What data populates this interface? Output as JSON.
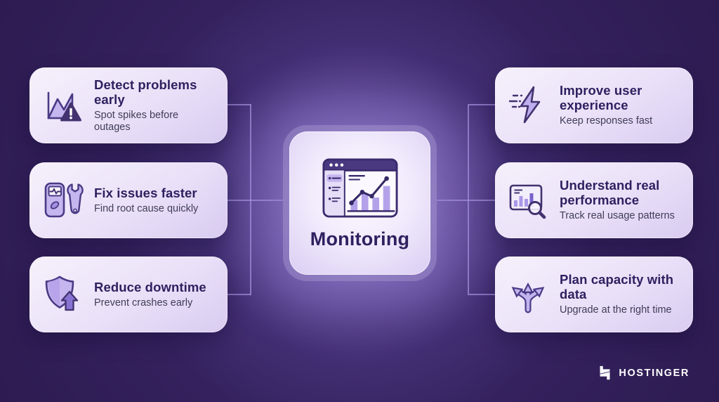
{
  "center_node": {
    "label": "Monitoring",
    "icon": "monitoring-dashboard-icon"
  },
  "cards": {
    "left": [
      {
        "icon": "chart-spike-alert-icon",
        "title": "Detect problems early",
        "subtitle": "Spot spikes before outages"
      },
      {
        "icon": "diagnostic-device-wrench-icon",
        "title": "Fix issues faster",
        "subtitle": "Find root cause quickly"
      },
      {
        "icon": "shield-up-arrow-icon",
        "title": "Reduce downtime",
        "subtitle": "Prevent crashes early"
      }
    ],
    "right": [
      {
        "icon": "speed-lightning-icon",
        "title": "Improve user experience",
        "subtitle": "Keep responses fast"
      },
      {
        "icon": "bar-chart-magnifier-icon",
        "title": "Understand real performance",
        "subtitle": "Track real usage patterns"
      },
      {
        "icon": "branching-arrows-icon",
        "title": "Plan capacity with data",
        "subtitle": "Upgrade at the right time"
      }
    ]
  },
  "brand": {
    "name": "HOSTINGER"
  },
  "colors": {
    "background": "#2c1a50",
    "glow": "#9b87d6",
    "card_background": "#ece4f9",
    "heading": "#2f2060",
    "subtitle": "#403c58",
    "icon_stroke": "#4a3a85",
    "icon_fill": "#c5b6ef",
    "icon_dark": "#43326f",
    "connector": "#ad99e8",
    "brand_text": "#ffffff"
  }
}
